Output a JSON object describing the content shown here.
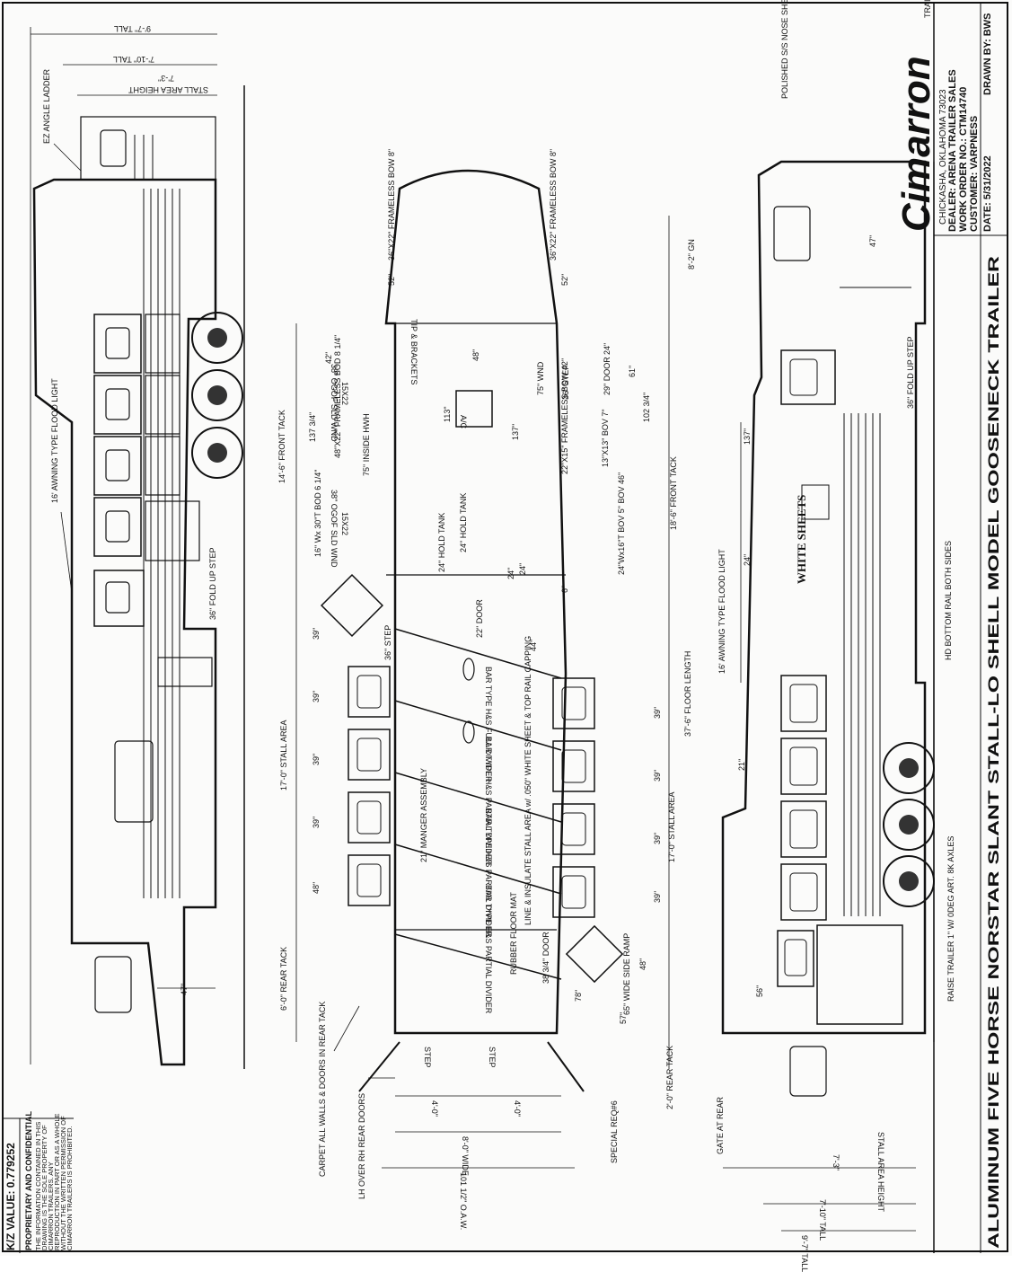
{
  "title_block": {
    "brand": "Cimarron",
    "brand_sub": "TRAILERS",
    "address": "CHICKASHA, OKLAHOMA 73023",
    "dealer": "DEALER: ARENA TRAILER SALES",
    "work_order": "WORK ORDER NO.: CTM14740",
    "customer": "CUSTOMER: VARPNESS",
    "date": "DATE:   5/31/2022",
    "drawn_by": "DRAWN BY: BWS",
    "drawing_title": "ALUMINUM FIVE HORSE NORSTAR SLANT STALL-LO SHELL MODEL GOOSENECK TRAILER",
    "kz_value": "K/Z VALUE:   0.779252",
    "proprietary_heading": "PROPRIETARY AND CONFIDENTIAL",
    "proprietary_lines": [
      "THE INFORMATION CONTAINED IN THIS",
      "DRAWING IS THE SOLE PROPERTY OF",
      "CIMARRON TRAILERS. ANY",
      "REPRODUCTION IN PART OR AS A WHOLE",
      "WITHOUT THE WRITTEN PERMISSION OF",
      "CIMARRON TRAILERS IS PROHIBITED."
    ]
  },
  "left_view": {
    "tall_97": "9'-7\" TALL",
    "tall_710": "7'-10\" TALL",
    "stall_height_73": "7'-3\"",
    "stall_height_label": "STALL AREA HEIGHT",
    "ez_ladder": "EZ ANGLE LADDER",
    "awning": "16' AWNING TYPE FLOOD LIGHT",
    "fold_step": "36\" FOLD UP STEP",
    "dim_47": "47\"",
    "carpet": "CARPET ALL WALLS & DOORS IN REAR TACK",
    "rear_doors": "LH OVER RH REAR DOORS"
  },
  "plan_view": {
    "frameless_bow_a": "36\"X22\" FRAMELESS BOW 8\"",
    "frameless_bow_b": "36\"X22\" FRAMELESS BOW 8\"",
    "dim_52a": "52\"",
    "dim_52b": "52\"",
    "gn_86": "8'-2\" GN",
    "tip_brackets": "TIP & BRACKETS",
    "dim_42": "42\"",
    "ogof_38a": "38\" OGOF",
    "sld_wnd_a": "SLD WND",
    "sz_15x22a": "15X22",
    "inside_hwh": "75\" INSIDE HWH",
    "ogof_38b": "38\" OGOF",
    "sld_wnd_b": "SLD WND",
    "sz_15x22b": "15X22",
    "front_tack": "14'-6\" FRONT TACK",
    "dim_137_34": "137 3/4\"",
    "frameless_48x22": "48\"X22\" FRAMELESS BOD 8 1/4\"",
    "win_16x30": "16\" Wx 30\"T BOD 6 1/4\"",
    "dim_113": "113\"",
    "dim_48": "48\"",
    "ac": "A/C",
    "dim_137": "137\"",
    "wnd_75": "75\" WND",
    "step_36a": "36\" STEP",
    "door_29": "29\" DOOR",
    "dim_24a": "24\"",
    "dim_61": "61\"",
    "dim_102_34": "102 3/4\"",
    "bow_42": "22\"X15\" FRAMELESS BOW 42\"",
    "bov_7": "13\"X13\" BOV 7\"",
    "front_tack_186": "18'-6\" FRONT TACK",
    "hold_tank_a": "24\" HOLD TANK",
    "hold_tank_b": "24\" HOLD TANK",
    "dim_24b": "24\"",
    "dim_24c": "24\"",
    "dim_6": "6\"",
    "win_24x16": "24\"Wx16\"T BOV 5\" BOV 46\"",
    "step_36b": "36\" STEP",
    "door_22": "22\" DOOR",
    "dim_44": "44\"",
    "dim_39a": "39\"",
    "dim_39b": "39\"",
    "dim_39c": "39\"",
    "dim_39d": "39\"",
    "dim_48b": "48\"",
    "stall_area_17": "17'-0\" STALL AREA",
    "manger": "21\" MANGER ASSEMBLY",
    "full_divider": "BAR TYPE H&S FULL DIVIDER",
    "partial_1": "BAR TYPE H&S PARTIAL DIVIDER",
    "partial_2": "BAR TYPE H&S PARTIAL DIVIDER",
    "partial_3": "BAR TYPE H&S PARTIAL DIVIDER",
    "line_insulate": "LINE & INSULATE STALL AREA w/ .050\" WHITE SHEET & TOP RAIL CAPPING",
    "floor_length": "37'-6\" FLOOR LENGTH",
    "dim_39e": "39\"",
    "dim_39f": "39\"",
    "dim_39g": "39\"",
    "dim_39h": "39\"",
    "stall_area_17b": "17'-0\" STALL AREA",
    "rear_tack_6": "6'-0\" REAR TACK",
    "rubber_mat": "RUBBER FLOOR MAT",
    "door_38": "38 3/4\" DOOR",
    "dim_78": "78\"",
    "dim_48c": "48\"",
    "side_ramp": "65\" WIDE SIDE RAMP",
    "dim_57": "57\"",
    "step_a": "STEP",
    "step_b": "STEP",
    "rear_tack_2": "2'-0\" REAR TACK",
    "dim_40a": "4'-0\"",
    "dim_40b": "4'-0\"",
    "wide_8": "8'-0\" WIDE",
    "oaw": "101 1/2\" O.A.W.",
    "special_req": "SPECIAL REQ#6"
  },
  "right_view": {
    "nose_sheet": "POLISHED S/S NOSE SHEET",
    "dim_47": "47\"",
    "fold_step": "36\" FOLD UP STEP",
    "dim_137": "137\"",
    "dim_24": "24\"",
    "white_sheets": "WHITE SHEETS",
    "awning": "16' AWNING TYPE FLOOD LIGHT",
    "bottom_rail": "HD BOTTOM RAIL BOTH SIDES",
    "dim_21": "21\"",
    "raise_trailer": "RAISE TRAILER 1\" W/ 0DEG ART. 8K AXLES",
    "dim_56": "56\"",
    "gate_rear": "GATE AT REAR",
    "stall_height_73": "7'-3\"",
    "stall_height_label": "STALL AREA HEIGHT",
    "tall_710": "7'-10\" TALL",
    "tall_97": "9'-7\" TALL"
  }
}
